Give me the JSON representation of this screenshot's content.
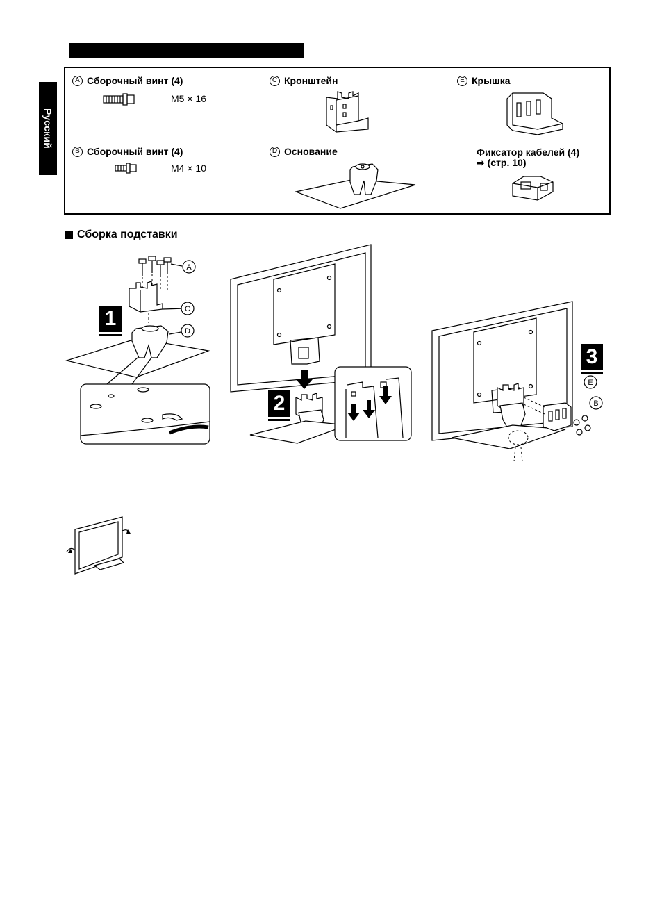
{
  "side_tab": {
    "label": "Русский"
  },
  "section": {
    "title": "Сборка подставки"
  },
  "parts": [
    {
      "letter": "A",
      "name": "Сборочный винт (4)",
      "spec": "M5 × 16"
    },
    {
      "letter": "B",
      "name": "Сборочный винт (4)",
      "spec": "M4 × 10"
    },
    {
      "letter": "C",
      "name": "Кронштейн"
    },
    {
      "letter": "D",
      "name": "Основание"
    },
    {
      "letter": "E",
      "name": "Крышка"
    },
    {
      "letter": "",
      "name": "Фиксатор кабелей (4)",
      "ref_arrow": "➡",
      "ref": "(стр. 10)"
    }
  ],
  "steps": [
    {
      "number": "1",
      "callouts": [
        "A",
        "C",
        "D"
      ]
    },
    {
      "number": "2"
    },
    {
      "number": "3",
      "callouts": [
        "E",
        "B"
      ]
    }
  ]
}
